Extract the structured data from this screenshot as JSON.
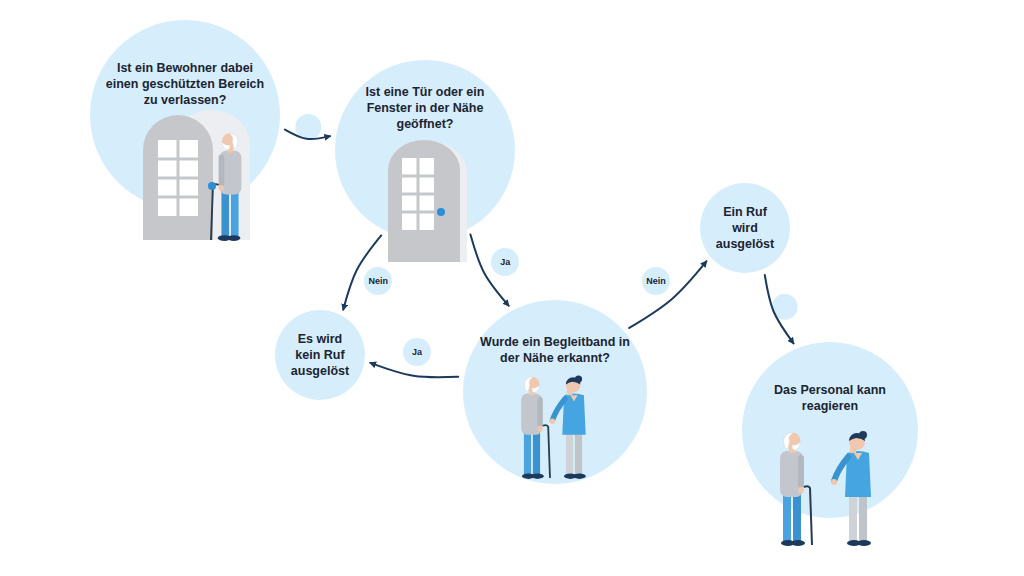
{
  "diagram": {
    "nodes": [
      {
        "text": [
          "Ist ein Bewohner dabei einen geschützten Bereich zu verlassen?"
        ]
      },
      {
        "text": [
          "Ist eine Tür oder ein Fenster in der Nähe geöffnet?"
        ]
      },
      {
        "text": [
          "Es wird kein Ruf ausgelöst"
        ]
      },
      {
        "text": [
          "Wurde ein Begleitband in der Nähe erkannt?"
        ]
      },
      {
        "text": [
          "Ein Ruf wird ausgelöst"
        ]
      },
      {
        "text": [
          "Das Personal kann reagieren"
        ]
      }
    ],
    "edges": [
      {
        "from": 0,
        "to": 1,
        "arrow": "to"
      },
      {
        "from": 1,
        "to": 2,
        "label": "Nein",
        "arrow": "to"
      },
      {
        "from": 1,
        "to": 3,
        "label": "Ja",
        "arrow": "to"
      },
      {
        "from": 3,
        "to": 2,
        "label": "Ja",
        "arrow": "to"
      },
      {
        "from": 3,
        "to": 4,
        "label": "Nein",
        "arrow": "to"
      },
      {
        "from": 4,
        "to": 5,
        "arrow": "to"
      }
    ]
  }
}
